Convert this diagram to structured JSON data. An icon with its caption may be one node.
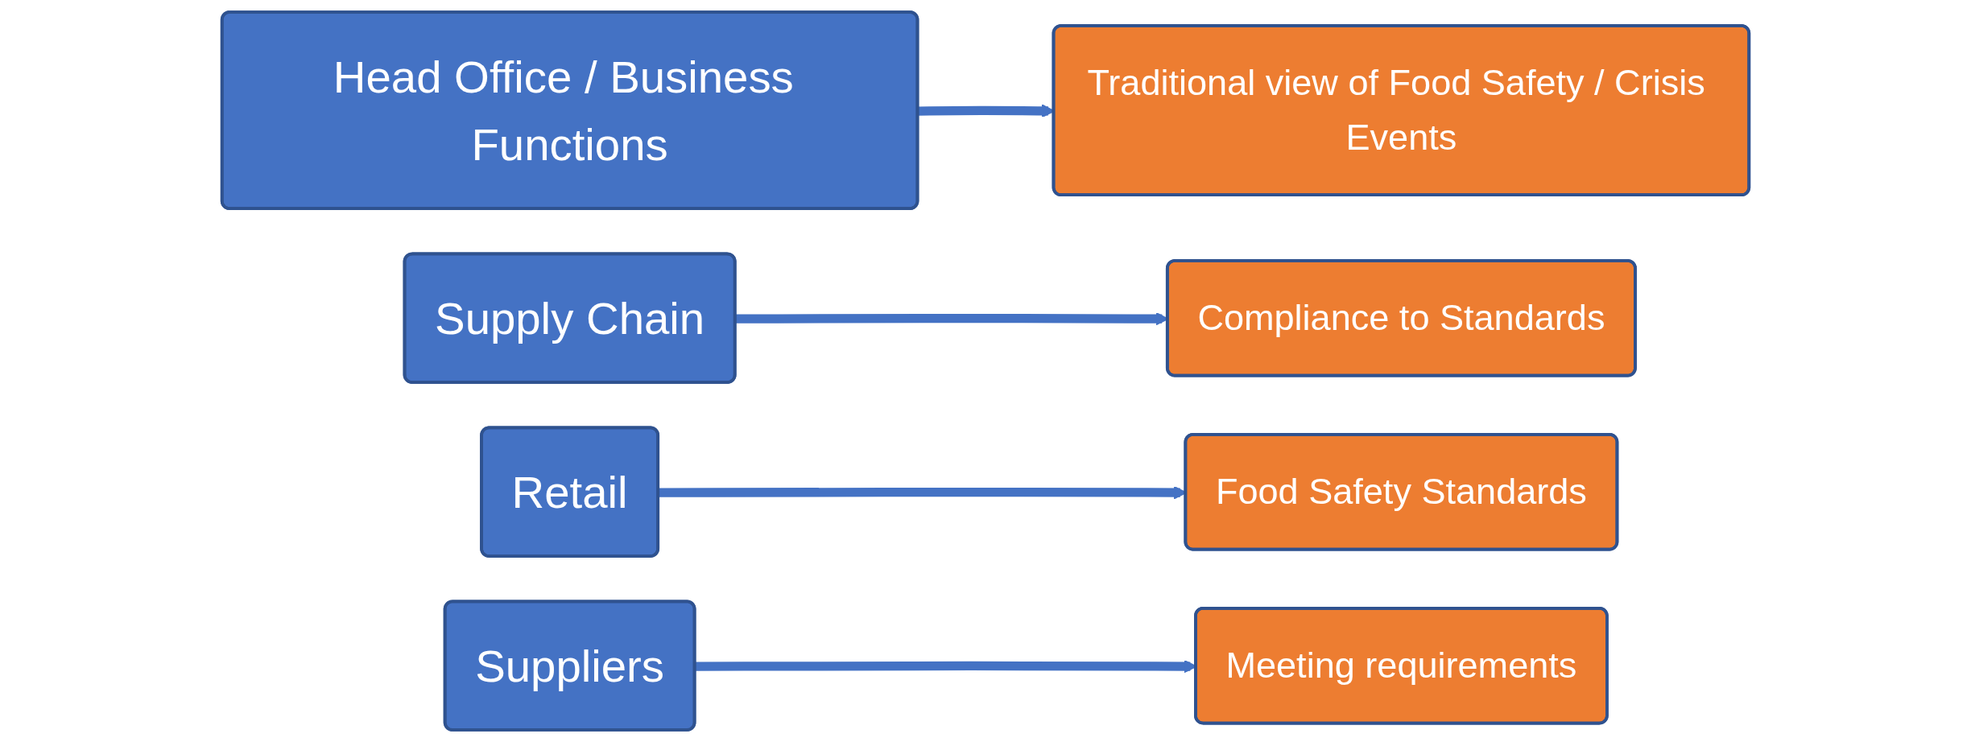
{
  "diagram": {
    "nodes": [
      {
        "text": [
          "Head Office / Business Functions"
        ]
      },
      {
        "text": [
          "Traditional view of Food Safety / Crisis Events"
        ]
      },
      {
        "text": [
          "Supply Chain"
        ]
      },
      {
        "text": [
          "Compliance to Standards"
        ]
      },
      {
        "text": [
          "Retail"
        ]
      },
      {
        "text": [
          "Food Safety Standards"
        ]
      },
      {
        "text": [
          "Suppliers"
        ]
      },
      {
        "text": [
          "Meeting requirements"
        ]
      }
    ],
    "edges": [
      {
        "from": 0,
        "to": 1,
        "arrow": "to"
      },
      {
        "from": 2,
        "to": 3,
        "arrow": "to"
      },
      {
        "from": 4,
        "to": 5,
        "arrow": "to"
      },
      {
        "from": 6,
        "to": 7,
        "arrow": "to"
      }
    ]
  }
}
